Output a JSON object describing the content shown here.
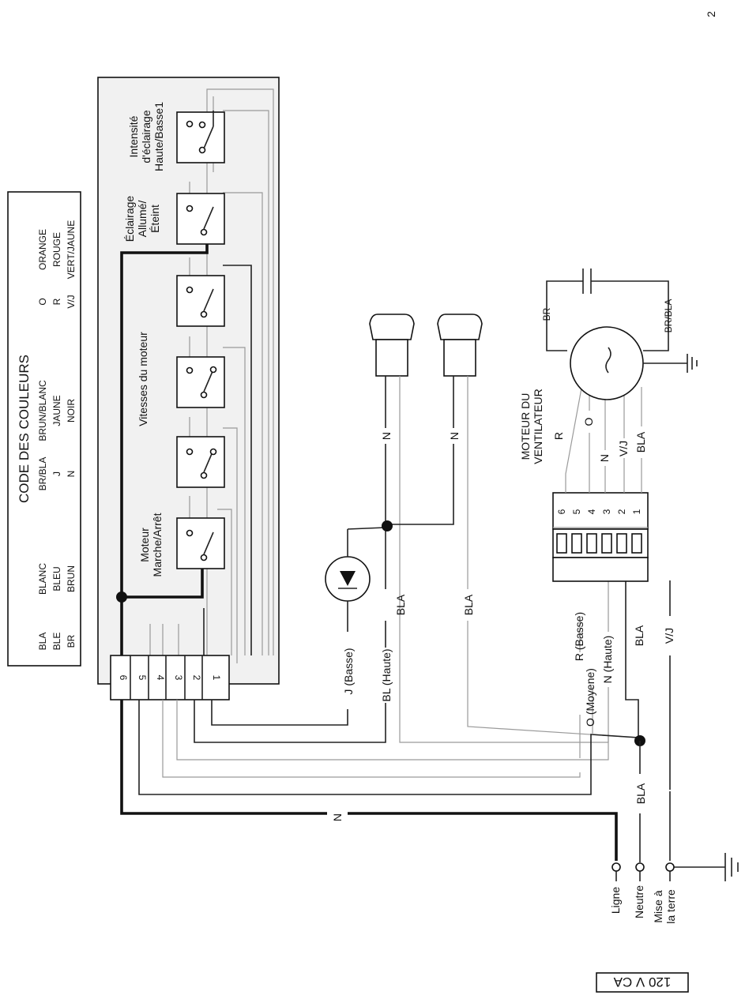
{
  "page_number": "2",
  "color_code": {
    "title": "CODE DES COULEURS",
    "entries": [
      {
        "code": "BLA",
        "name": "BLANC"
      },
      {
        "code": "BLE",
        "name": "BLEU"
      },
      {
        "code": "BR",
        "name": "BRUN"
      },
      {
        "code": "BR/BLA",
        "name": "BRUN/BLANC"
      },
      {
        "code": "J",
        "name": "JAUNE"
      },
      {
        "code": "N",
        "name": "NOIR"
      },
      {
        "code": "O",
        "name": "ORANGE"
      },
      {
        "code": "R",
        "name": "ROUGE"
      },
      {
        "code": "V/J",
        "name": "VERT/JAUNE"
      }
    ]
  },
  "switches": {
    "light_intensity": "Intensité\nd'éclairage\nHaute/Basse1",
    "light_onoff": "Éclairage\nAllumé/\nÉteint",
    "motor_speeds": "Vitesses du moteur",
    "motor_onoff": "Moteur\nMarche/Arrêt"
  },
  "terminals": [
    "1",
    "2",
    "3",
    "4",
    "5",
    "6"
  ],
  "motor": {
    "title": "MOTEUR DU\nVENTILATEUR",
    "capacitor_left": "BR",
    "capacitor_right": "BR/BLA",
    "leads": [
      "R",
      "O",
      "N",
      "V/J",
      "BLA"
    ]
  },
  "connector_pins": [
    "6",
    "5",
    "4",
    "3",
    "2",
    "1"
  ],
  "wire_labels": {
    "lamp1_n": "N",
    "lamp2_n": "N",
    "bla_mid1": "BLA",
    "bla_mid2": "BLA",
    "j_basse": "J (Basse)",
    "bl_haute": "BL (Haute)",
    "r_basse": "R (Basse)",
    "o_moyene": "O (Moyene)",
    "n_haute": "N (Haute)",
    "bla_motor": "BLA",
    "n_line": "N",
    "bla_neutral": "BLA",
    "vj_ground": "V/J"
  },
  "supply": {
    "line": "Ligne",
    "neutral": "Neutre",
    "ground": "Mise à\nla terre",
    "voltage": "120 V CA"
  }
}
